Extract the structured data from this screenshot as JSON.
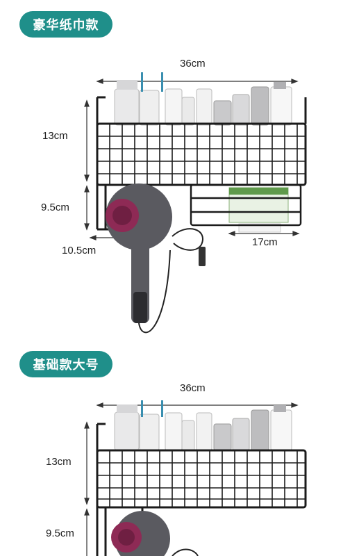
{
  "sections": [
    {
      "badge": "豪华纸巾款",
      "dims": {
        "width_top": "36cm",
        "height_basket": "13cm",
        "height_lower": "9.5cm",
        "depth_dryer": "10.5cm",
        "tissue_width": "17cm"
      }
    },
    {
      "badge": "基础款大号",
      "dims": {
        "width_top": "36cm",
        "height_basket": "13cm",
        "height_lower": "9.5cm"
      }
    }
  ],
  "colors": {
    "badge_bg": "#1f8f8a",
    "rack": "#1b1b1b",
    "dryer_body": "#5a5a60",
    "dryer_accent": "#8e2a55"
  }
}
